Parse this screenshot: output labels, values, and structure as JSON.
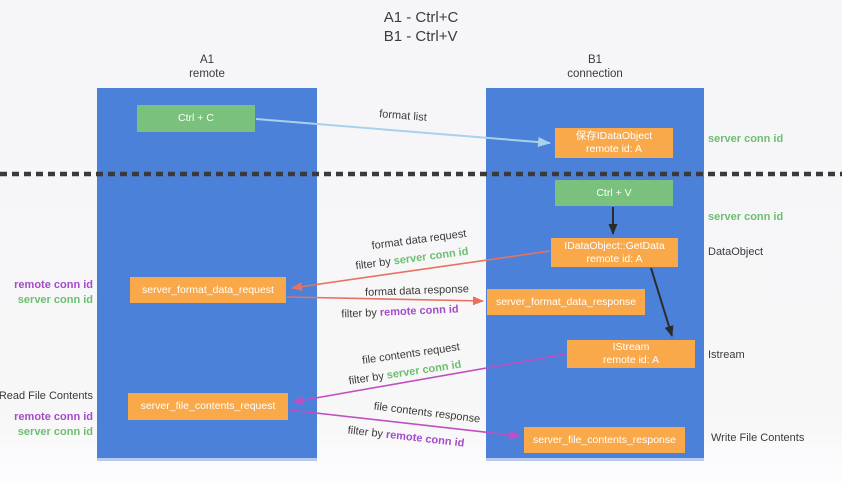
{
  "title": {
    "line1": "A1 - Ctrl+C",
    "line2": "B1 - Ctrl+V"
  },
  "lanes": {
    "a1": {
      "title": "A1",
      "subtitle": "remote"
    },
    "b1": {
      "title": "B1",
      "subtitle": "connection"
    }
  },
  "nodes": {
    "ctrl_c": {
      "label": "Ctrl + C"
    },
    "save_idataobject": {
      "line1": "保存IDataObject",
      "line2": "remote id: A"
    },
    "ctrl_v": {
      "label": "Ctrl + V"
    },
    "getdata": {
      "line1": "IDataObject::GetData",
      "line2": "remote id: A"
    },
    "server_format_data_request": {
      "label": "server_format_data_request"
    },
    "server_format_data_response": {
      "label": "server_format_data_response"
    },
    "istream": {
      "line1": "IStream",
      "line2": "remote id: A"
    },
    "server_file_contents_request": {
      "label": "server_file_contents_request"
    },
    "server_file_contents_response": {
      "label": "server_file_contents_response"
    }
  },
  "edge_labels": {
    "format_list": "format list",
    "format_data_request": "format data request",
    "format_data_response": "format data response",
    "file_contents_request": "file contents request",
    "file_contents_response": "file contents response",
    "filter_by": "filter by",
    "server_conn_id": "server conn id",
    "remote_conn_id": "remote conn id"
  },
  "side_labels": {
    "right_server_conn_id_top": "server conn id",
    "right_server_conn_id_mid": "server conn id",
    "right_dataobject": "DataObject",
    "right_istream": "Istream",
    "right_write_file_contents": "Write File Contents",
    "left_remote_conn_id_top": "remote conn id",
    "left_server_conn_id_top": "server conn id",
    "left_read_file_contents": "Read File Contents",
    "left_remote_conn_id_bottom": "remote conn id",
    "left_server_conn_id_bottom": "server conn id"
  },
  "colors": {
    "lane_blue": "#4B81D8",
    "node_orange": "#F9A94A",
    "node_green": "#79C17D",
    "green_text": "#6CBE70",
    "purple_text": "#A44BC8",
    "arrow_salmon": "#E8715F",
    "arrow_magenta": "#C04FC3",
    "arrow_lightblue": "#A8D2EC",
    "arrow_black": "#2B2B2B",
    "dotted_line": "#3A3A3A"
  }
}
